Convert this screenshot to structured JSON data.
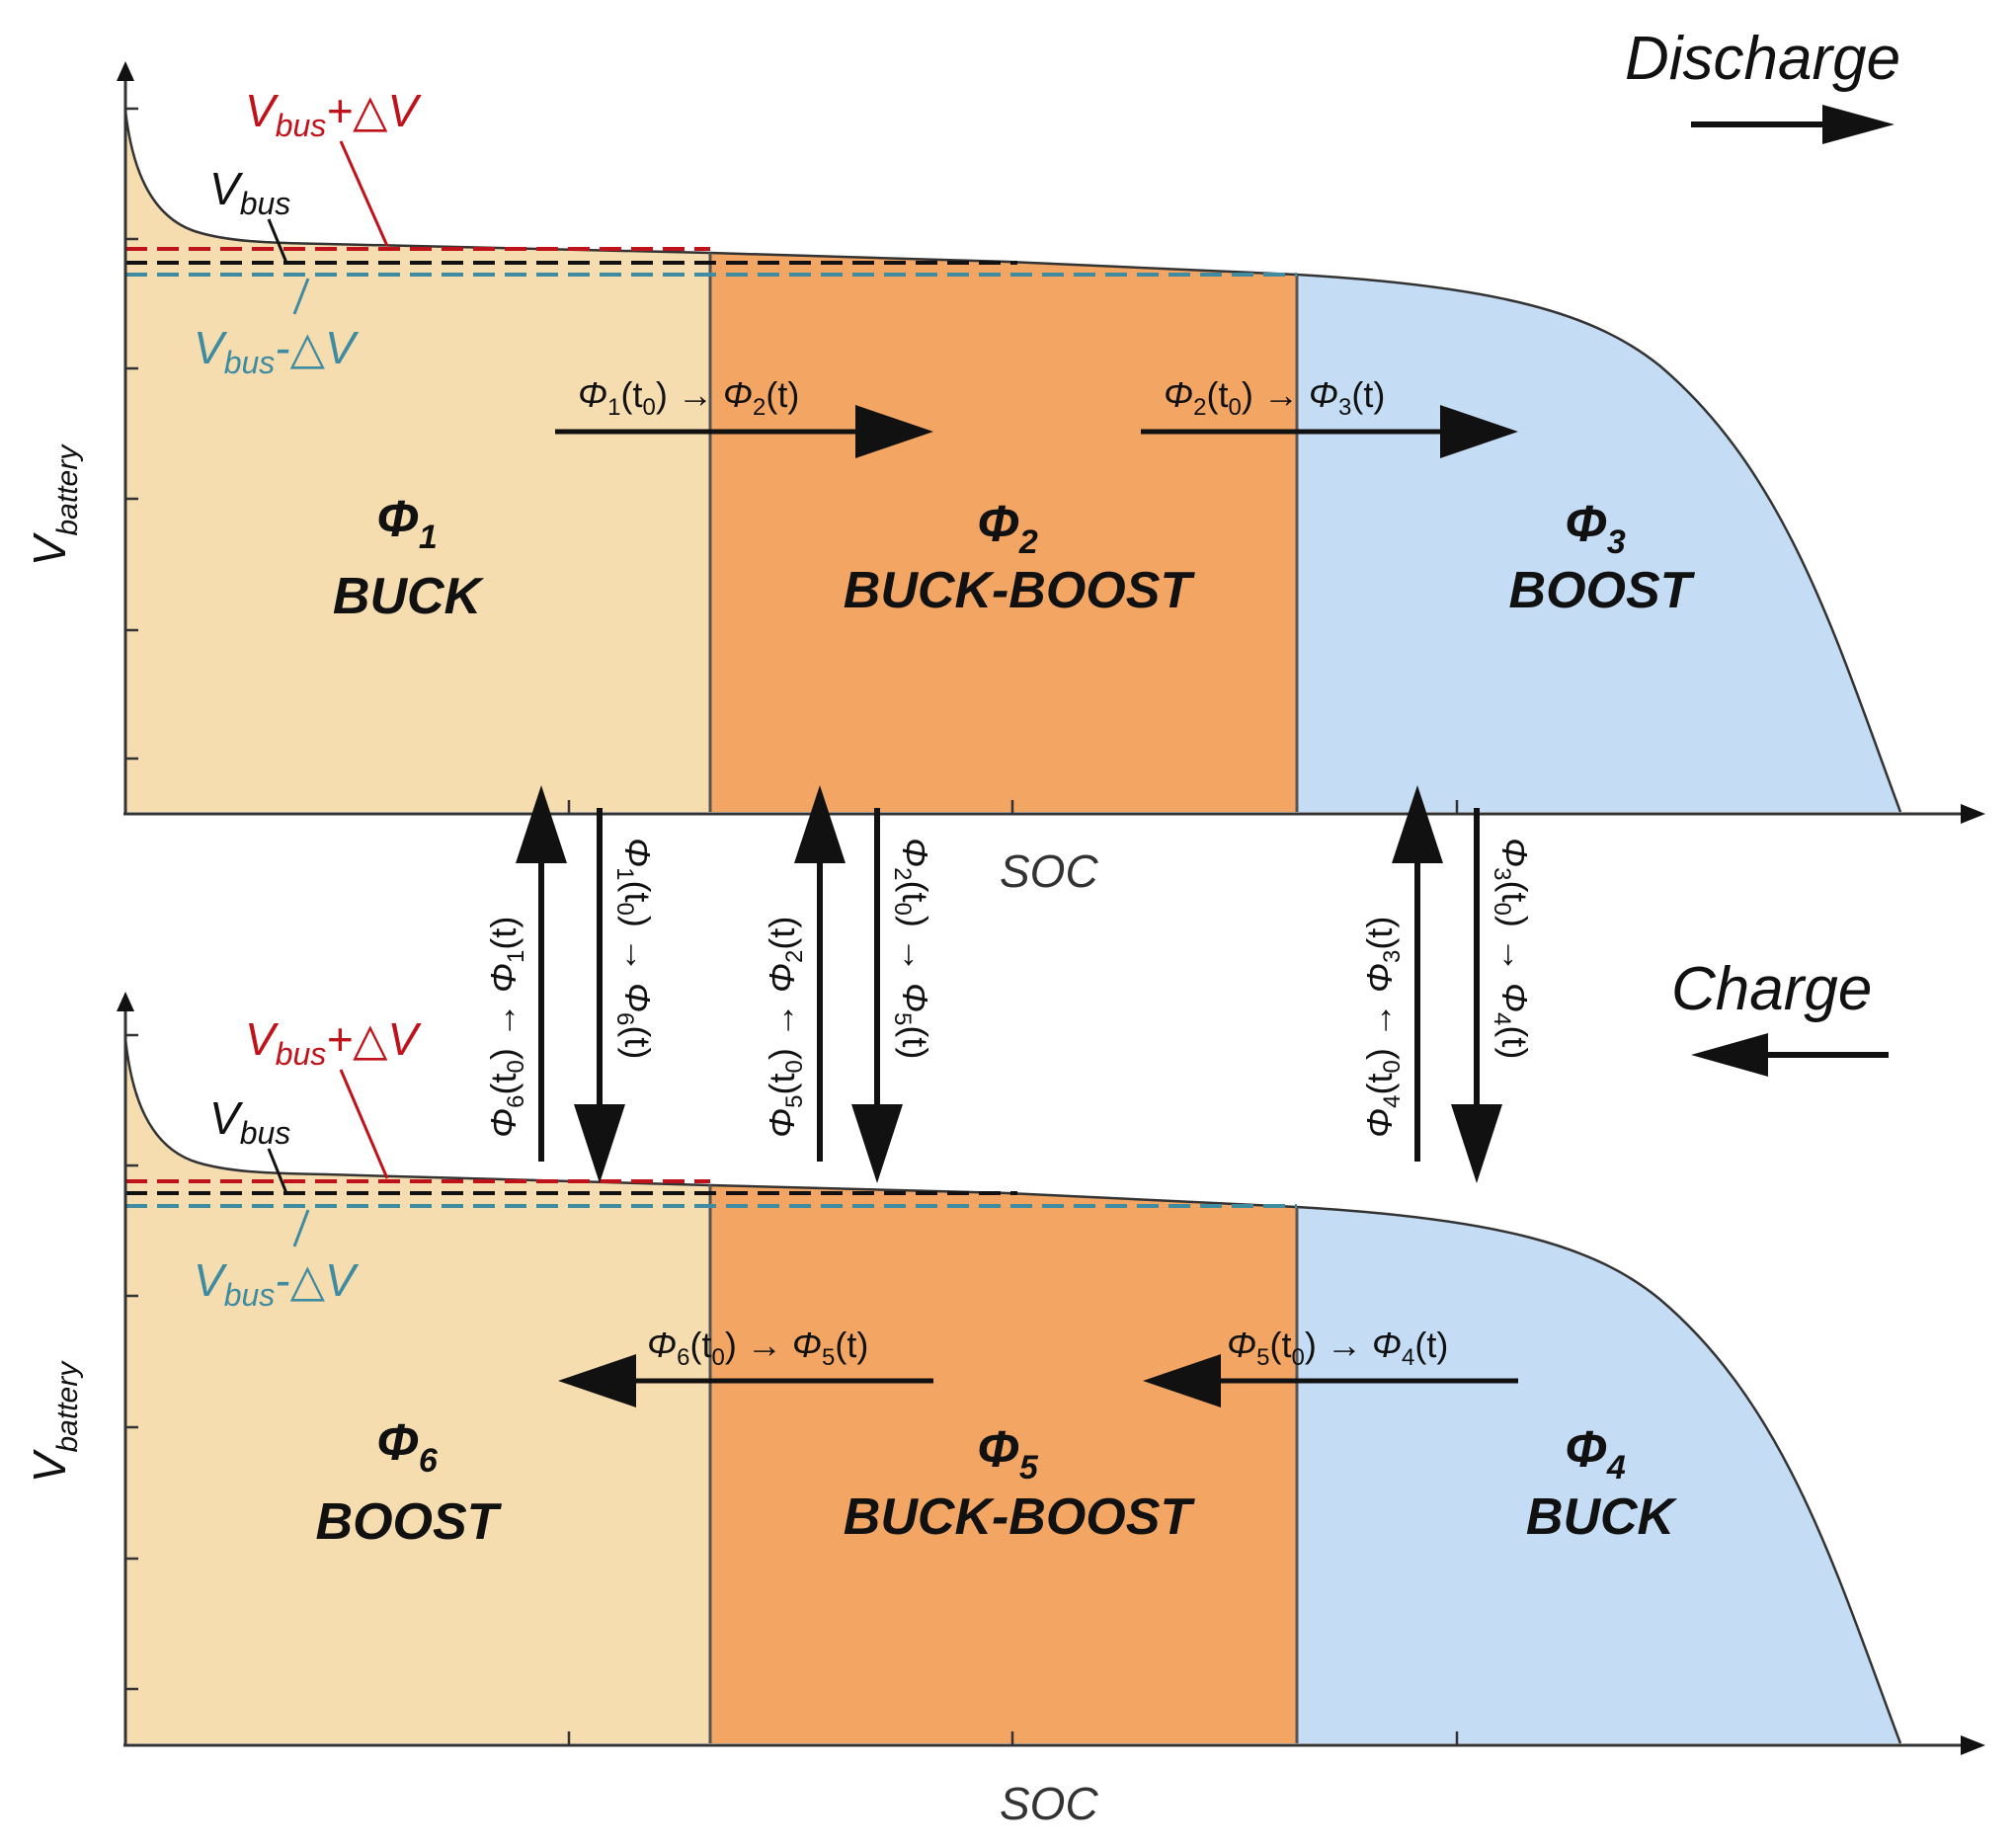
{
  "discharge_label": "Discharge",
  "charge_label": "Charge",
  "x_axis_label": "SOC",
  "y_axis_label_main": "V",
  "y_axis_label_sub": "battery",
  "vbus_main": "V",
  "vbus_sub": "bus",
  "plus_dv": "+△V",
  "minus_dv": "-△V",
  "colors": {
    "buck_region": "#f6ddb0",
    "buckboost_region": "#f3a664",
    "boost_region": "#c5ddf4",
    "vbus_plus": "#c0121a",
    "vbus_line": "#111111",
    "vbus_minus": "#3f8ba2"
  },
  "top_panel": {
    "regions": [
      {
        "phi": "Φ",
        "sub": "1",
        "mode": "BUCK"
      },
      {
        "phi": "Φ",
        "sub": "2",
        "mode": "BUCK-BOOST"
      },
      {
        "phi": "Φ",
        "sub": "3",
        "mode": "BOOST"
      }
    ],
    "transitions": [
      {
        "a": "Φ",
        "a_sub": "1",
        "t0": "(t",
        "t0_sub": "0",
        "mid": ") → ",
        "b": "Φ",
        "b_sub": "2",
        "t": "(t)"
      },
      {
        "a": "Φ",
        "a_sub": "2",
        "t0": "(t",
        "t0_sub": "0",
        "mid": ") → ",
        "b": "Φ",
        "b_sub": "3",
        "t": "(t)"
      }
    ]
  },
  "bottom_panel": {
    "regions": [
      {
        "phi": "Φ",
        "sub": "6",
        "mode": "BOOST"
      },
      {
        "phi": "Φ",
        "sub": "5",
        "mode": "BUCK-BOOST"
      },
      {
        "phi": "Φ",
        "sub": "4",
        "mode": "BUCK"
      }
    ],
    "transitions": [
      {
        "a": "Φ",
        "a_sub": "6",
        "t0": "(t",
        "t0_sub": "0",
        "mid": ") → ",
        "b": "Φ",
        "b_sub": "5",
        "t": "(t)"
      },
      {
        "a": "Φ",
        "a_sub": "5",
        "t0": "(t",
        "t0_sub": "0",
        "mid": ") → ",
        "b": "Φ",
        "b_sub": "4",
        "t": "(t)"
      }
    ]
  },
  "vertical_transitions": [
    {
      "a": "Φ",
      "a_sub": "6",
      "t0": "(t",
      "t0_sub": "0",
      "mid": ") → ",
      "b": "Φ",
      "b_sub": "1",
      "t": "(t)"
    },
    {
      "a": "Φ",
      "a_sub": "1",
      "t0": "(t",
      "t0_sub": "0",
      "mid": ") → ",
      "b": "Φ",
      "b_sub": "6",
      "t": "(t)"
    },
    {
      "a": "Φ",
      "a_sub": "5",
      "t0": "(t",
      "t0_sub": "0",
      "mid": ") → ",
      "b": "Φ",
      "b_sub": "2",
      "t": "(t)"
    },
    {
      "a": "Φ",
      "a_sub": "2",
      "t0": "(t",
      "t0_sub": "0",
      "mid": ") → ",
      "b": "Φ",
      "b_sub": "5",
      "t": "(t)"
    },
    {
      "a": "Φ",
      "a_sub": "4",
      "t0": "(t",
      "t0_sub": "0",
      "mid": ") → ",
      "b": "Φ",
      "b_sub": "3",
      "t": "(t)"
    },
    {
      "a": "Φ",
      "a_sub": "3",
      "t0": "(t",
      "t0_sub": "0",
      "mid": ") → ",
      "b": "Φ",
      "b_sub": "4",
      "t": "(t)"
    }
  ]
}
